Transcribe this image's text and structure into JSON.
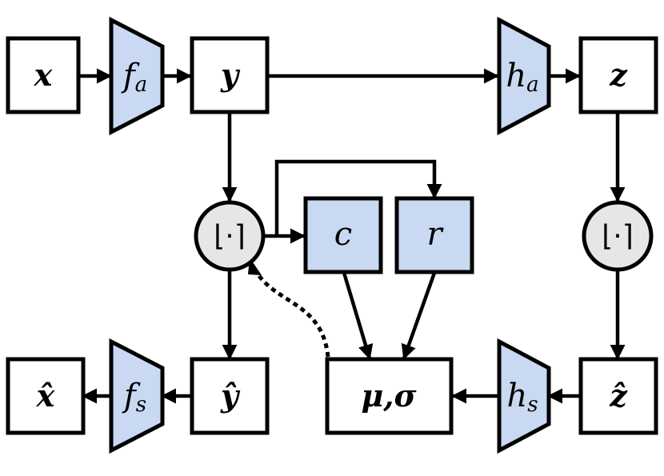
{
  "colors": {
    "module_fill": "#c9d9f2",
    "quantizer_fill": "#e6e6e6",
    "stroke": "#000000"
  },
  "nodes": {
    "x": {
      "label": "x"
    },
    "fa": {
      "main": "f",
      "sub": "a"
    },
    "y": {
      "label": "y"
    },
    "ha": {
      "main": "h",
      "sub": "a"
    },
    "z": {
      "label": "z"
    },
    "quant_y": {
      "label": "⌊·⌉"
    },
    "quant_z": {
      "label": "⌊·⌉"
    },
    "c": {
      "label": "c"
    },
    "r": {
      "label": "r"
    },
    "x_hat": {
      "label": "x̂"
    },
    "fs": {
      "main": "f",
      "sub": "s"
    },
    "y_hat": {
      "label": "ŷ"
    },
    "mu_sigma": {
      "label": "μ,σ"
    },
    "hs": {
      "main": "h",
      "sub": "s"
    },
    "z_hat": {
      "label": "ẑ"
    }
  }
}
